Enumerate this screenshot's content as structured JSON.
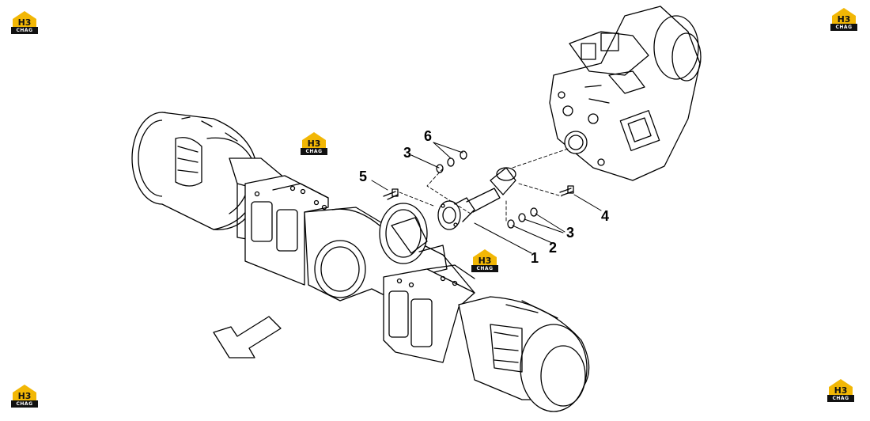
{
  "diagram": {
    "callouts": {
      "c1": "1",
      "c2": "2",
      "c3a": "3",
      "c3b": "3",
      "c4": "4",
      "c5": "5",
      "c6": "6"
    },
    "watermark": {
      "text": "CHAG",
      "colors": {
        "house": "#f2b705",
        "band": "#111111",
        "text": "#ffffff"
      }
    },
    "icon_names": [
      "direction-arrow-icon",
      "watermark-logo-icon"
    ]
  }
}
